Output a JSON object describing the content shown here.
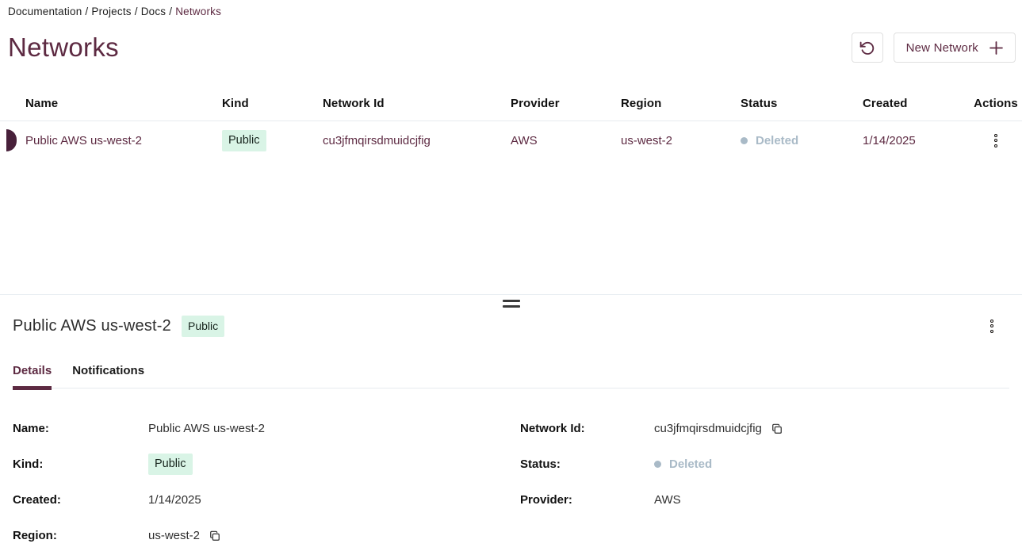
{
  "breadcrumb": {
    "items": [
      "Documentation",
      "Projects",
      "Docs"
    ],
    "current": "Networks",
    "separator": "/"
  },
  "page": {
    "title": "Networks"
  },
  "toolbar": {
    "refresh_icon": "rotate-ccw-icon",
    "new_network_label": "New Network",
    "plus_icon": "plus-icon"
  },
  "table": {
    "columns": [
      "Name",
      "Kind",
      "Network Id",
      "Provider",
      "Region",
      "Status",
      "Created",
      "Actions"
    ],
    "rows": [
      {
        "name": "Public AWS us-west-2",
        "kind": "Public",
        "network_id": "cu3jfmqirsdmuidcjfig",
        "provider": "AWS",
        "region": "us-west-2",
        "status": "Deleted",
        "created": "1/14/2025",
        "selected": true
      }
    ]
  },
  "detail_panel": {
    "title": "Public AWS us-west-2",
    "badge": "Public",
    "tabs": [
      {
        "label": "Details",
        "active": true
      },
      {
        "label": "Notifications",
        "active": false
      }
    ],
    "fields": {
      "name_label": "Name:",
      "name_value": "Public AWS us-west-2",
      "kind_label": "Kind:",
      "kind_value": "Public",
      "created_label": "Created:",
      "created_value": "1/14/2025",
      "region_label": "Region:",
      "region_value": "us-west-2",
      "network_id_label": "Network Id:",
      "network_id_value": "cu3jfmqirsdmuidcjfig",
      "status_label": "Status:",
      "status_value": "Deleted",
      "provider_label": "Provider:",
      "provider_value": "AWS"
    }
  },
  "colors": {
    "accent_maroon": "#5d2a42",
    "row_indicator": "#48203a",
    "badge_green_bg": "#d9f4e6",
    "status_muted": "#a9bac7",
    "border_grey": "#e7ebee"
  }
}
